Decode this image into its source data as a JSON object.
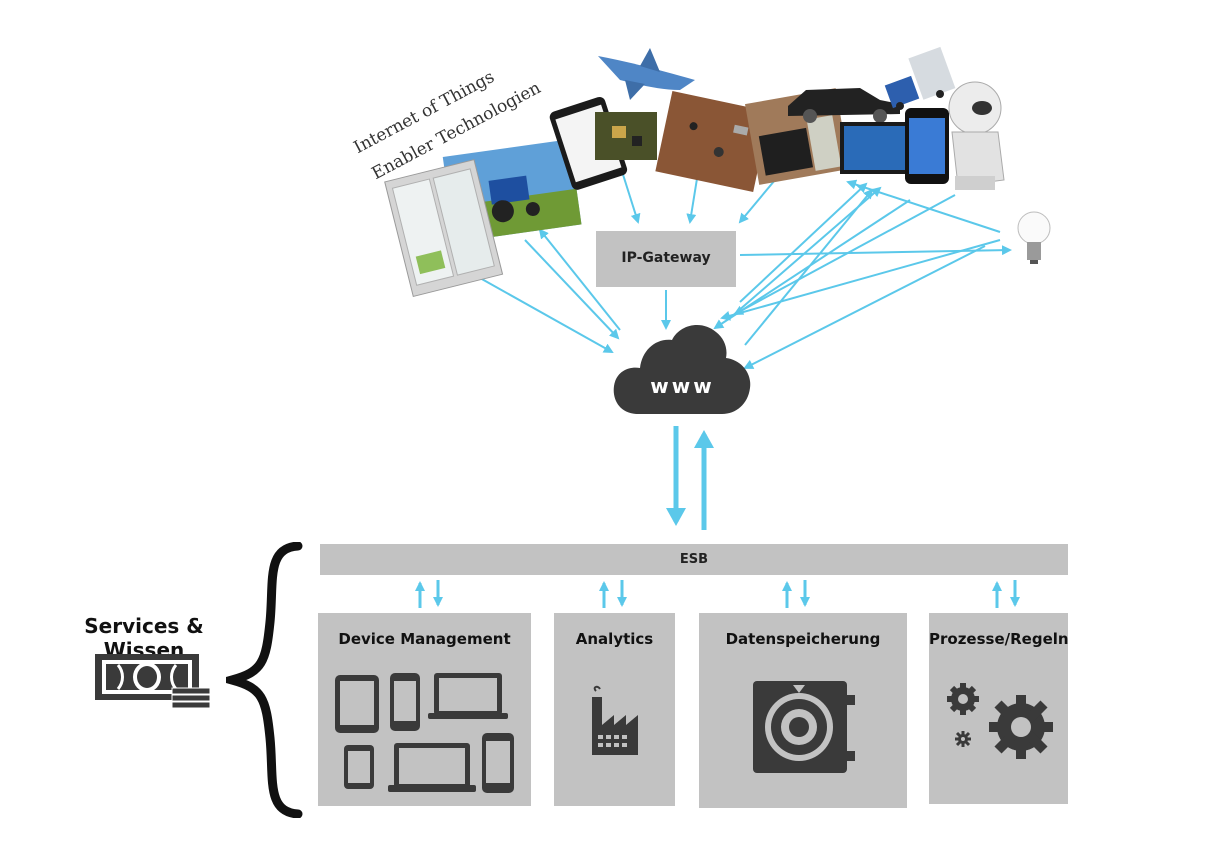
{
  "iot_title": {
    "line1": "Internet of Things",
    "line2": "Enabler Technologien"
  },
  "gateway_label": "IP-Gateway",
  "cloud_label": "www",
  "esb_label": "ESB",
  "services_label": "Services & Wissen",
  "modules": [
    {
      "title": "Device Management",
      "icon": "devices-icon"
    },
    {
      "title": "Analytics",
      "icon": "factory-icon"
    },
    {
      "title": "Datenspeicherung",
      "icon": "safe-icon"
    },
    {
      "title": "Prozesse/Regeln",
      "icon": "gears-icon"
    }
  ],
  "things": [
    "refrigerator",
    "tractor",
    "tablet",
    "circuit-board",
    "electronics-parts",
    "shark",
    "car",
    "keyboard",
    "smart-tv",
    "truck",
    "smartphone",
    "robot",
    "light-bulb"
  ],
  "colors": {
    "arrow": "#5bc8ea",
    "box": "#c2c2c2",
    "cloud": "#3a3a3a",
    "icon": "#3a3a3a"
  }
}
